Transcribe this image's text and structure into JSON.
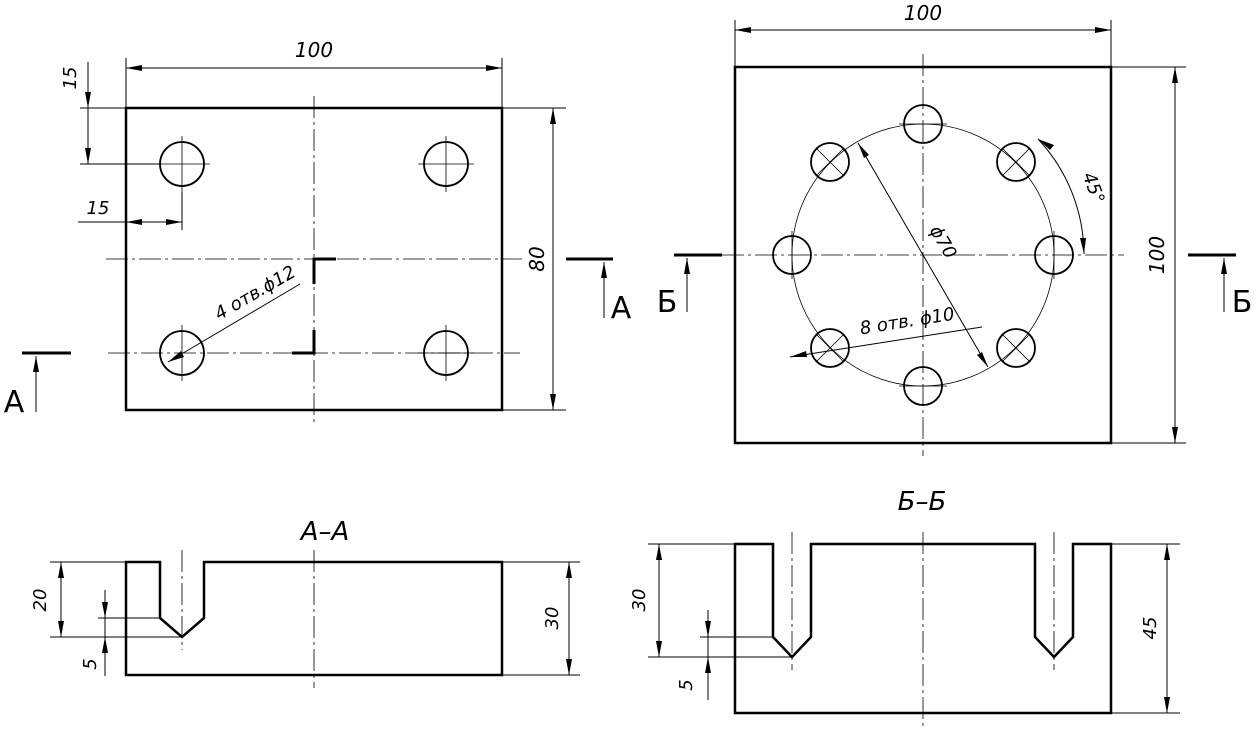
{
  "dims": {
    "top_left_width": "100",
    "top_left_height": "80",
    "top_left_offset_y": "15",
    "top_left_offset_x": "15",
    "top_left_holes": "4 отв.ϕ12",
    "top_right_width": "100",
    "top_right_height": "100",
    "top_right_circle_diameter": "ϕ70",
    "top_right_holes": "8 отв. ϕ10",
    "top_right_angle": "45°",
    "section_a_depth": "20",
    "section_a_tip": "5",
    "section_a_height": "30",
    "section_b_depth": "30",
    "section_b_tip": "5",
    "section_b_height": "45"
  },
  "labels": {
    "cut_a_left": "А",
    "cut_a_right": "А",
    "cut_b_left": "Б",
    "cut_b_right": "Б",
    "section_a_title": "А–А",
    "section_b_title": "Б–Б"
  }
}
